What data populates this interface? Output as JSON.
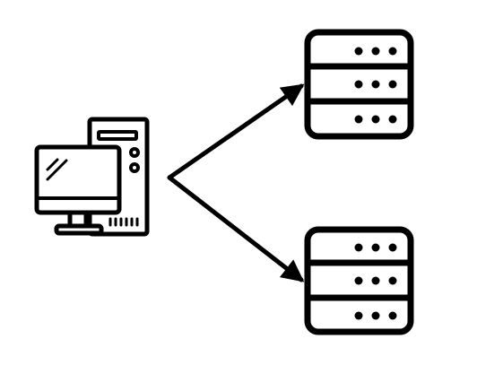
{
  "diagram": {
    "nodes": [
      {
        "id": "client",
        "kind": "computer",
        "icon": "desktop-computer-icon"
      },
      {
        "id": "server-1",
        "kind": "server",
        "icon": "server-rack-icon"
      },
      {
        "id": "server-2",
        "kind": "server",
        "icon": "server-rack-icon"
      }
    ],
    "edges": [
      {
        "from": "client",
        "to": "server-1",
        "style": "arrow"
      },
      {
        "from": "client",
        "to": "server-2",
        "style": "arrow"
      }
    ],
    "colors": {
      "stroke": "#000000",
      "background": "#ffffff"
    }
  }
}
